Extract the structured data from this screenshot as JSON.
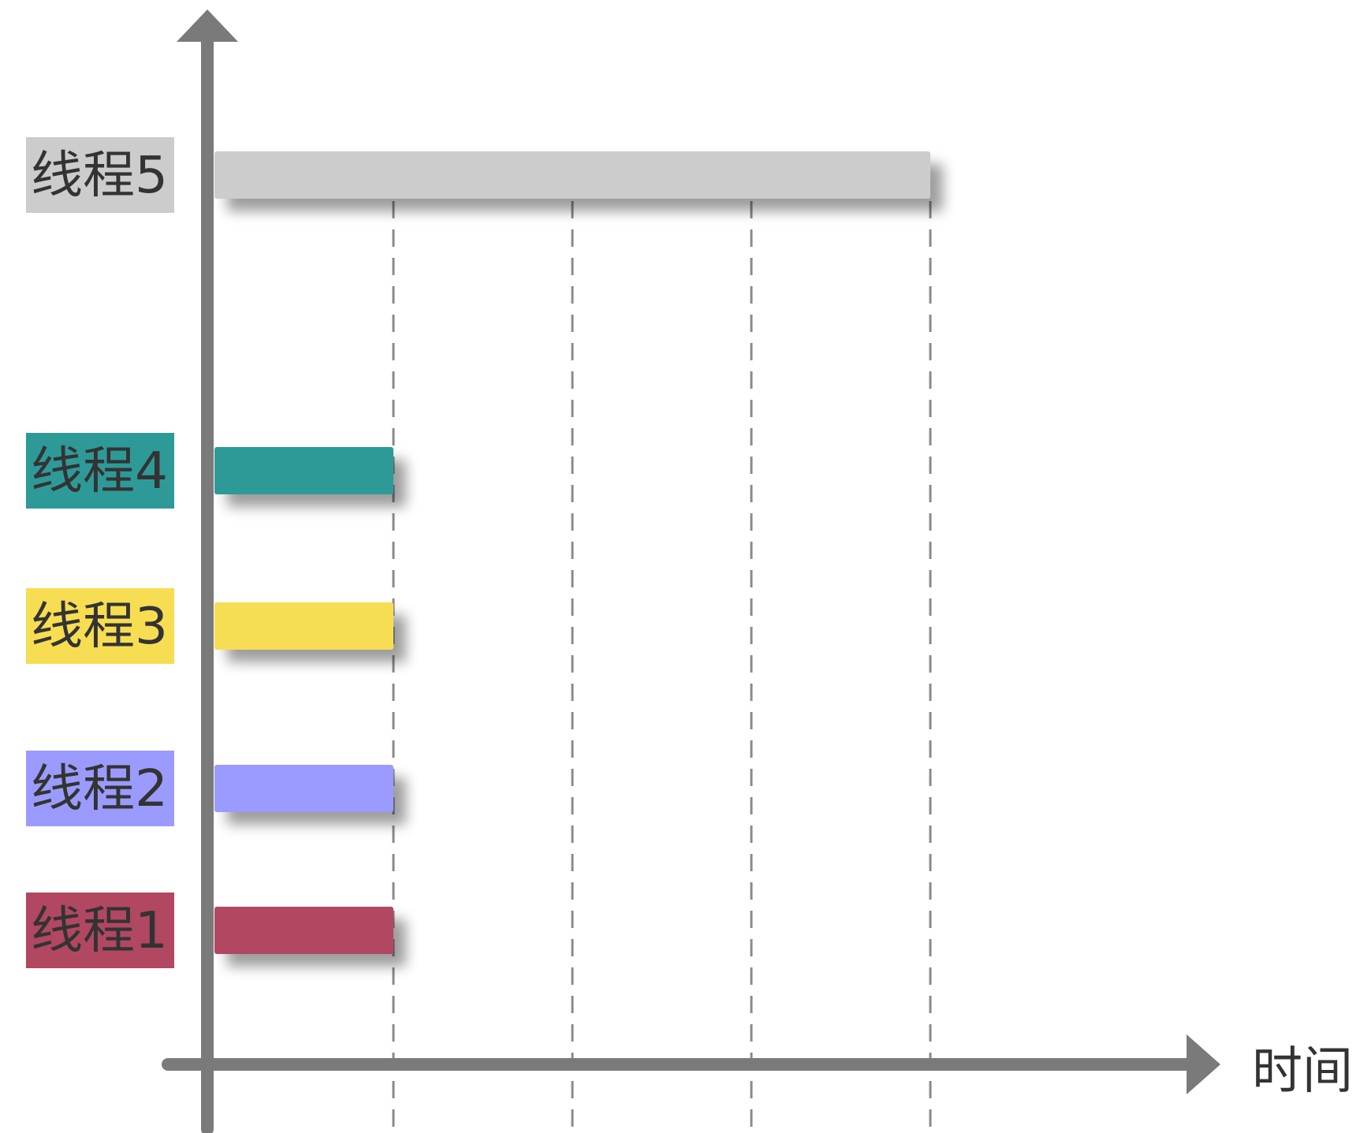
{
  "chart_data": {
    "type": "bar",
    "orientation": "horizontal",
    "xlabel": "时间",
    "ylabel": "",
    "xlim": [
      0,
      4.5
    ],
    "gridlines_x": [
      1,
      2,
      3,
      4
    ],
    "grid": "vertical dashed",
    "categories": [
      "线程1",
      "线程2",
      "线程3",
      "线程4",
      "线程5"
    ],
    "values": [
      1,
      1,
      1,
      1,
      4
    ],
    "colors": [
      "#B24762",
      "#9B9BFF",
      "#F7DD52",
      "#2E9A98",
      "#CCCCCC"
    ]
  },
  "axis": {
    "color": "#7A7A7A",
    "grid_color": "#8A8A8A"
  }
}
